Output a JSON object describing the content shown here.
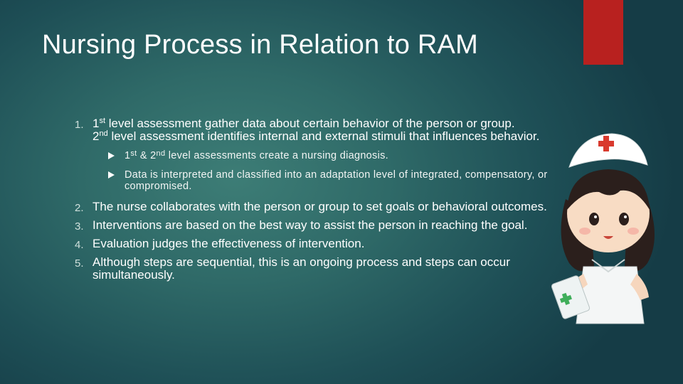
{
  "slide": {
    "title": "Nursing Process in Relation to RAM",
    "items": [
      {
        "number": "1.",
        "line1_sup": "st",
        "line1_text": " level assessment gather data about certain behavior of the person or group.",
        "line2_sup": "nd",
        "line2_text": " level assessment identifies internal and external stimuli that influences behavior.",
        "bullets": [
          {
            "sup1": "st",
            "mid": " & 2",
            "sup2": "nd",
            "text": " level assessments create a nursing diagnosis."
          },
          {
            "text": "Data is interpreted and classified into an adaptation level of integrated, compensatory, or compromised."
          }
        ]
      },
      {
        "number": "2.",
        "text": "The nurse collaborates with the person or group to set goals or behavioral outcomes."
      },
      {
        "number": "3.",
        "text": "Interventions are based on the best way to assist the person in reaching the goal."
      },
      {
        "number": "4.",
        "text": "Evaluation judges the effectiveness of intervention."
      },
      {
        "number": "5.",
        "text": "Although steps are sequential, this is an ongoing process and steps can occur simultaneously."
      }
    ]
  },
  "colors": {
    "background": "#2f6a68",
    "accent": "#b8211f",
    "text": "#ffffff"
  },
  "illustration": {
    "icon": "nurse-illustration-icon"
  }
}
